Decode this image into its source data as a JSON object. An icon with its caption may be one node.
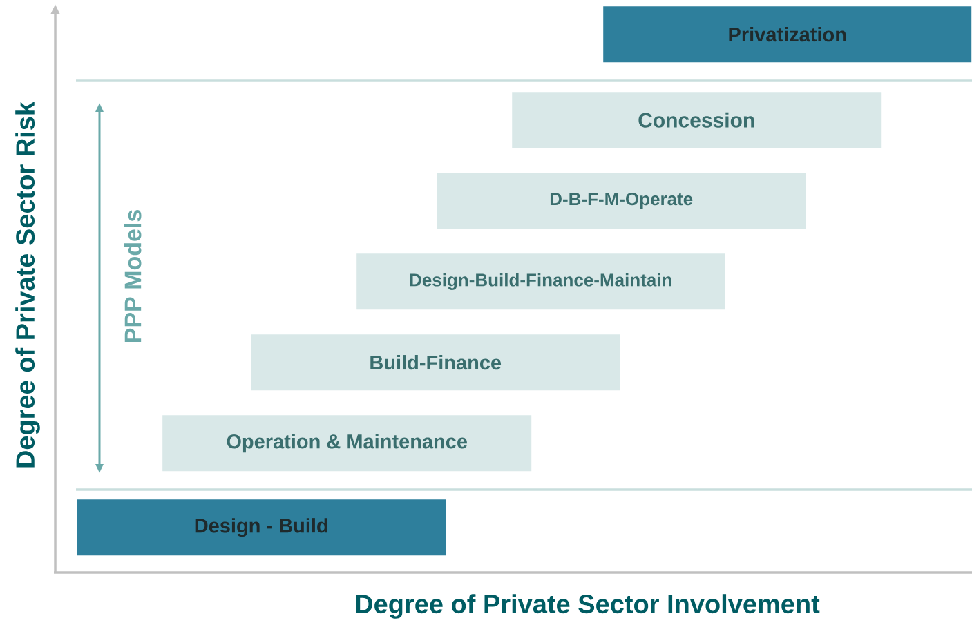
{
  "diagram": {
    "nodes": [
      {
        "text": [
          "Privatization"
        ]
      },
      {
        "text": [
          "Concession"
        ]
      },
      {
        "text": [
          "D-B-F-M-Operate"
        ]
      },
      {
        "text": [
          "Design-Build-Finance-Maintain"
        ]
      },
      {
        "text": [
          "Build-Finance"
        ]
      },
      {
        "text": [
          "Operation & Maintenance"
        ]
      },
      {
        "text": [
          "Design - Build"
        ]
      }
    ],
    "labels": [
      "Degree of Private Sector Risk",
      "PPP Models",
      "Degree of Private Sector Involvement"
    ]
  }
}
